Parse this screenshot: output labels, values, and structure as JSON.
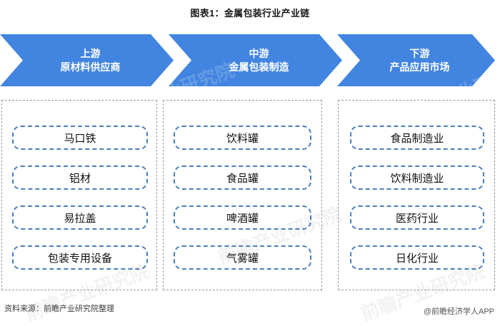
{
  "chart_data": {
    "type": "diagram",
    "title": "图表1：金属包装行业产业链",
    "categories": [
      "上游",
      "中游",
      "下游"
    ],
    "series": [
      {
        "name": "上游",
        "subtitle": "原材料供应商",
        "values": [
          "马口铁",
          "铝材",
          "易拉盖",
          "包装专用设备"
        ]
      },
      {
        "name": "中游",
        "subtitle": "金属包装制造",
        "values": [
          "饮料罐",
          "食品罐",
          "啤酒罐",
          "气雾罐"
        ]
      },
      {
        "name": "下游",
        "subtitle": "产品应用市场",
        "values": [
          "食品制造业",
          "饮料制造业",
          "医药行业",
          "日化行业"
        ]
      }
    ],
    "legend": [],
    "xlabel": "",
    "ylabel": ""
  },
  "title": "图表1：金属包装行业产业链",
  "banners": [
    {
      "stage": "上游",
      "label": "原材料供应商"
    },
    {
      "stage": "中游",
      "label": "金属包装制造"
    },
    {
      "stage": "下游",
      "label": "产品应用市场"
    }
  ],
  "columns": [
    {
      "nodes": [
        "马口铁",
        "铝材",
        "易拉盖",
        "包装专用设备"
      ]
    },
    {
      "nodes": [
        "饮料罐",
        "食品罐",
        "啤酒罐",
        "气雾罐"
      ]
    },
    {
      "nodes": [
        "食品制造业",
        "饮料制造业",
        "医药行业",
        "日化行业"
      ]
    }
  ],
  "footer": {
    "source": "资料来源：前瞻产业研究院整理",
    "credit": "@前瞻经济学人APP"
  },
  "watermark": {
    "text": "前瞻产业研究院"
  },
  "colors": {
    "banner_blue": "#4285e0",
    "node_border_blue": "#4a7ebb",
    "container_border_gray": "#9a9a9a"
  }
}
